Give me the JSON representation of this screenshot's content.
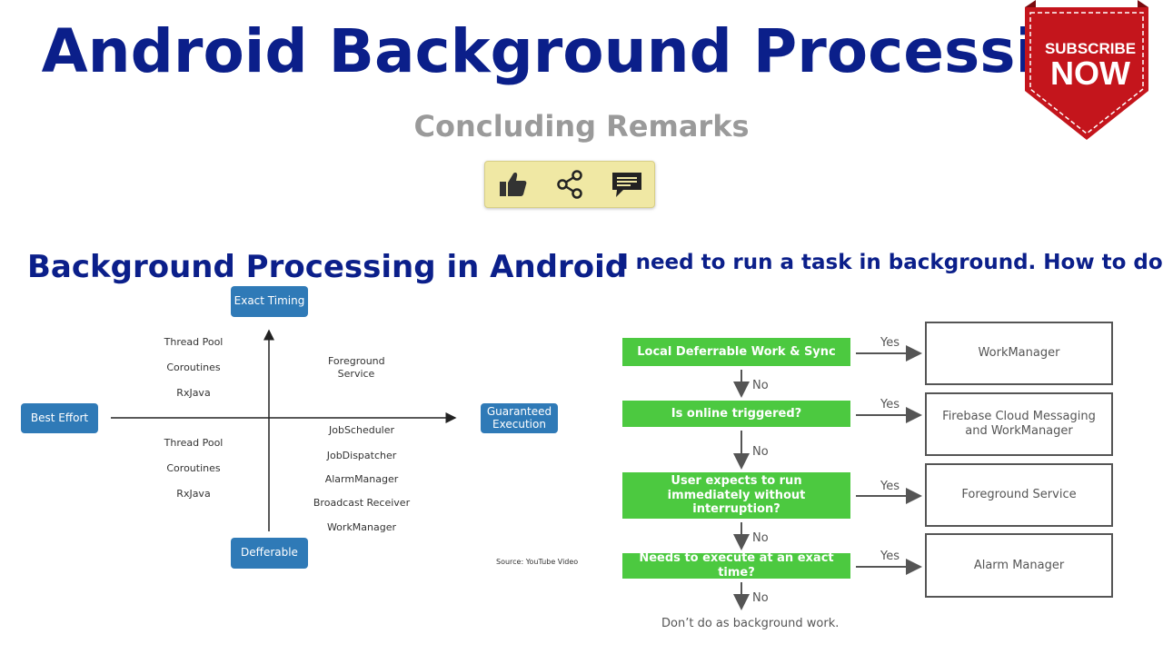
{
  "header": {
    "title": "Android Background Processing",
    "subtitle": "Concluding Remarks"
  },
  "actions": {
    "icons": [
      "thumbs-up-icon",
      "share-icon",
      "comment-icon"
    ]
  },
  "ribbon": {
    "line1": "SUBSCRIBE",
    "line2": "NOW",
    "color": "#c4151c"
  },
  "left_panel": {
    "heading": "Background Processing in Android",
    "axis": {
      "top": "Exact Timing",
      "bottom": "Defferable",
      "left": "Best Effort",
      "right": "Guaranteed Execution"
    },
    "quadrant_top_left": [
      "Thread Pool",
      "Coroutines",
      "RxJava"
    ],
    "quadrant_top_right": "Foreground Service",
    "quadrant_bottom_left": [
      "Thread Pool",
      "Coroutines",
      "RxJava"
    ],
    "quadrant_bottom_right": [
      "JobScheduler",
      "JobDispatcher",
      "AlarmManager",
      "Broadcast Receiver",
      "WorkManager"
    ],
    "source": "Source: YouTube Video"
  },
  "right_panel": {
    "heading": "I need to run a task in background. How to do it?",
    "yes_label": "Yes",
    "no_label": "No",
    "steps": [
      {
        "question": "Local Deferrable Work & Sync",
        "answer": "WorkManager"
      },
      {
        "question": "Is online triggered?",
        "answer": "Firebase Cloud Messaging and WorkManager"
      },
      {
        "question": "User expects to run immediately without interruption?",
        "answer": "Foreground Service"
      },
      {
        "question": "Needs to execute at an exact time?",
        "answer": "Alarm Manager"
      }
    ],
    "final": "Don’t do as background work."
  },
  "colors": {
    "title": "#0b1f8a",
    "axis_box": "#2f7ab7",
    "flow_green": "#4cc940",
    "action_bar": "#f0e8a4"
  }
}
